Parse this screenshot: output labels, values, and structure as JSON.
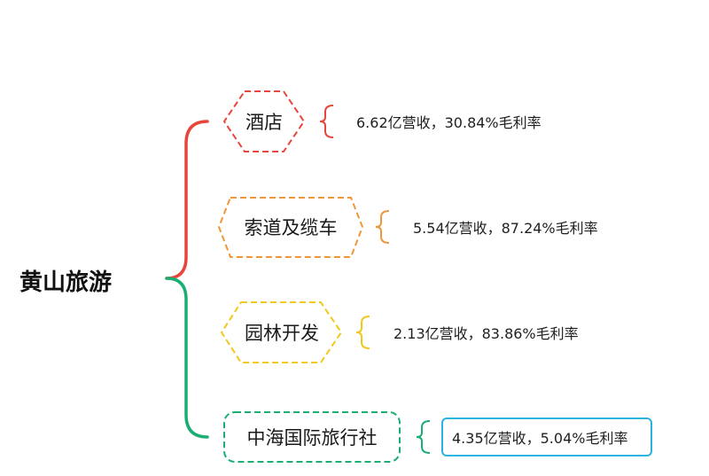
{
  "root": {
    "label": "黄山旅游"
  },
  "branches": [
    {
      "label": "酒店",
      "detail": "6.62亿营收，30.84%毛利率",
      "color": "#e8453c"
    },
    {
      "label": "索道及缆车",
      "detail": "5.54亿营收，87.24%毛利率",
      "color": "#f0963a"
    },
    {
      "label": "园林开发",
      "detail": "2.13亿营收，83.86%毛利率",
      "color": "#f2c81c"
    },
    {
      "label": "中海国际旅行社",
      "detail": "4.35亿营收，5.04%毛利率",
      "color": "#1aae74",
      "detail_box_color": "#2bb3e0"
    }
  ],
  "colors": {
    "upper_brace": "#e8453c",
    "lower_brace": "#1aae74"
  }
}
